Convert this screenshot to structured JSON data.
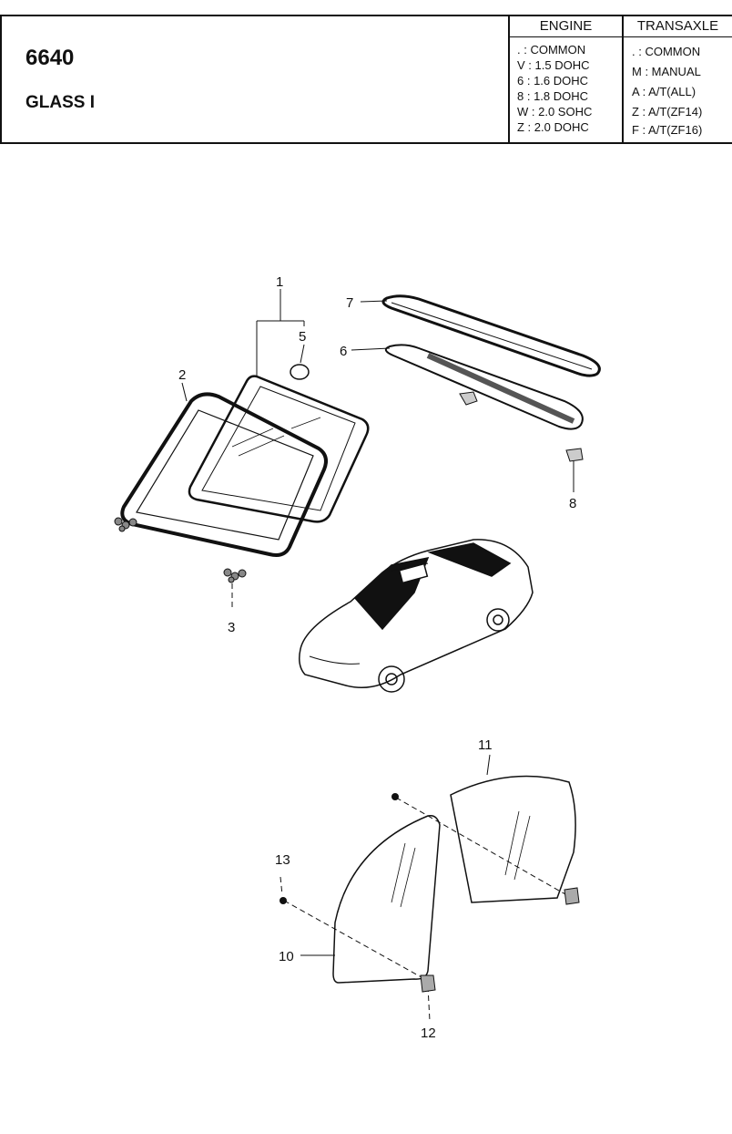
{
  "header": {
    "code": "6640",
    "title": "GLASS I",
    "engine": {
      "heading": "ENGINE",
      "options": [
        ". : COMMON",
        "V : 1.5 DOHC",
        "6 : 1.6 DOHC",
        "8 : 1.8 DOHC",
        "W : 2.0 SOHC",
        "Z : 2.0 DOHC"
      ]
    },
    "transaxle": {
      "heading": "TRANSAXLE",
      "options": [
        ". : COMMON",
        "M : MANUAL",
        "A : A/T(ALL)",
        "Z : A/T(ZF14)",
        "F : A/T(ZF16)"
      ]
    }
  },
  "callouts": [
    "1",
    "2",
    "3",
    "5",
    "6",
    "7",
    "8",
    "10",
    "11",
    "12",
    "13"
  ]
}
